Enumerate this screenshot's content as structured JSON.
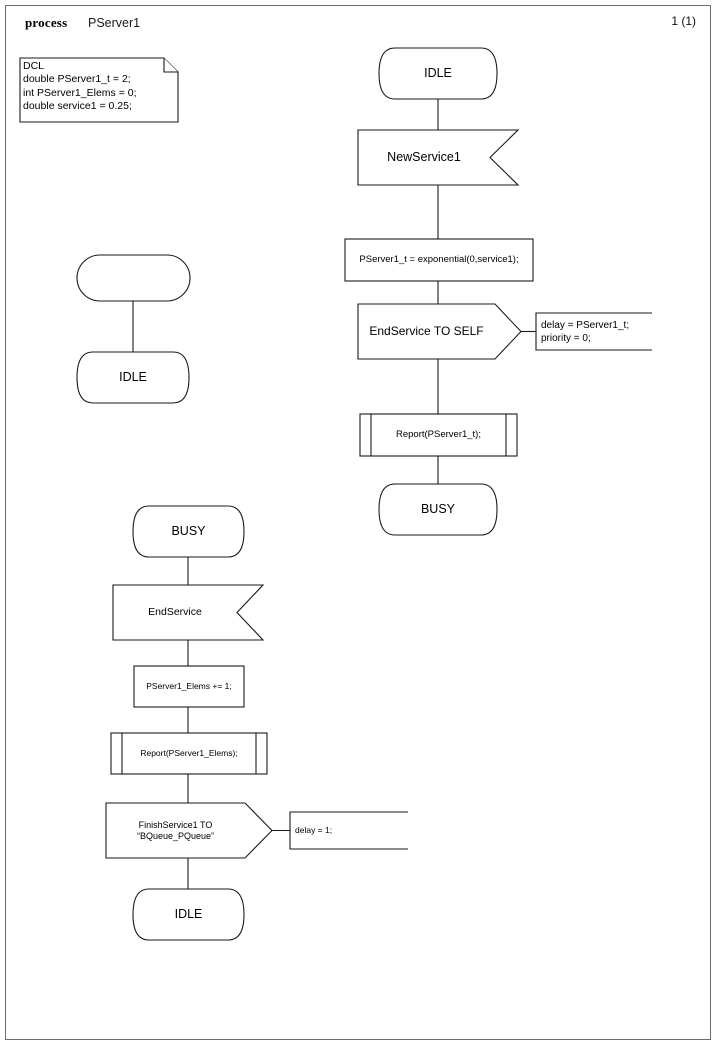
{
  "header": {
    "keyword": "process",
    "name": "PServer1",
    "page_number": "1 (1)"
  },
  "declaration_note": {
    "name": "dcl-note",
    "text": "DCL\ndouble PServer1_t = 2;\nint PServer1_Elems = 0;\ndouble service1 = 0.25;"
  },
  "colors": {
    "stroke": "#1a1a1a",
    "page_border": "#6b6b72",
    "background": "#ffffff",
    "text": "#000000"
  },
  "branches": {
    "idle_newservice": {
      "name": "idle-newservice-branch",
      "start_state": "IDLE",
      "input_signal": "NewService1",
      "task": "PServer1_t = exponential(0,service1);",
      "output_signal": "EndService TO SELF",
      "output_comment": "delay = PServer1_t;\npriority = 0;",
      "procedure_call": "Report(PServer1_t);",
      "next_state": "BUSY"
    },
    "start_branch": {
      "name": "start-branch",
      "start_symbol_label": "",
      "next_state": "IDLE"
    },
    "busy_endservice": {
      "name": "busy-endservice-branch",
      "start_state": "BUSY",
      "input_signal": "EndService",
      "task": "PServer1_Elems += 1;",
      "procedure_call": "Report(PServer1_Elems);",
      "output_signal": "FinishService1 TO\n“BQueue_PQueue”",
      "output_comment": "delay = 1;",
      "next_state": "IDLE"
    }
  }
}
